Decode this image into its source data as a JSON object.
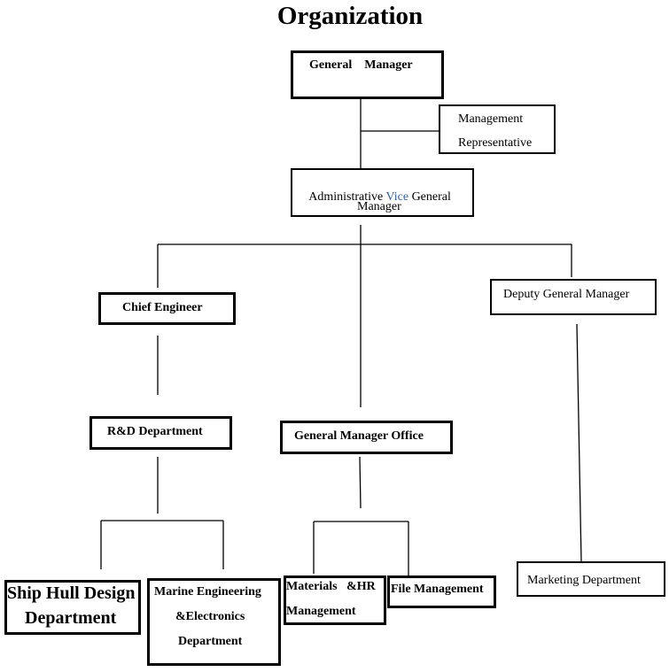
{
  "title": "Organization",
  "nodes": {
    "general_manager": "General    Manager",
    "management_rep": {
      "line1": "Management",
      "line2": "Representative"
    },
    "admin_vgm": {
      "part1": "Administrative ",
      "part2": "Vice",
      "part3": " General",
      "line2": "Manager"
    },
    "chief_engineer": "Chief Engineer",
    "deputy_gm": "Deputy General Manager",
    "rd_department": "R&D Department",
    "gm_office": "General Manager Office",
    "ship_hull": {
      "line1": "Ship Hull Design",
      "line2": "Department"
    },
    "marine_eng": {
      "line1": "Marine Engineering",
      "line2": "&Electronics",
      "line3": "Department"
    },
    "materials_hr": {
      "line1": "Materials   &HR",
      "line2": "Management"
    },
    "file_mgmt": "File Management",
    "marketing": "Marketing Department"
  },
  "colors": {
    "accent": "#2e5fa3",
    "line": "#000000"
  }
}
